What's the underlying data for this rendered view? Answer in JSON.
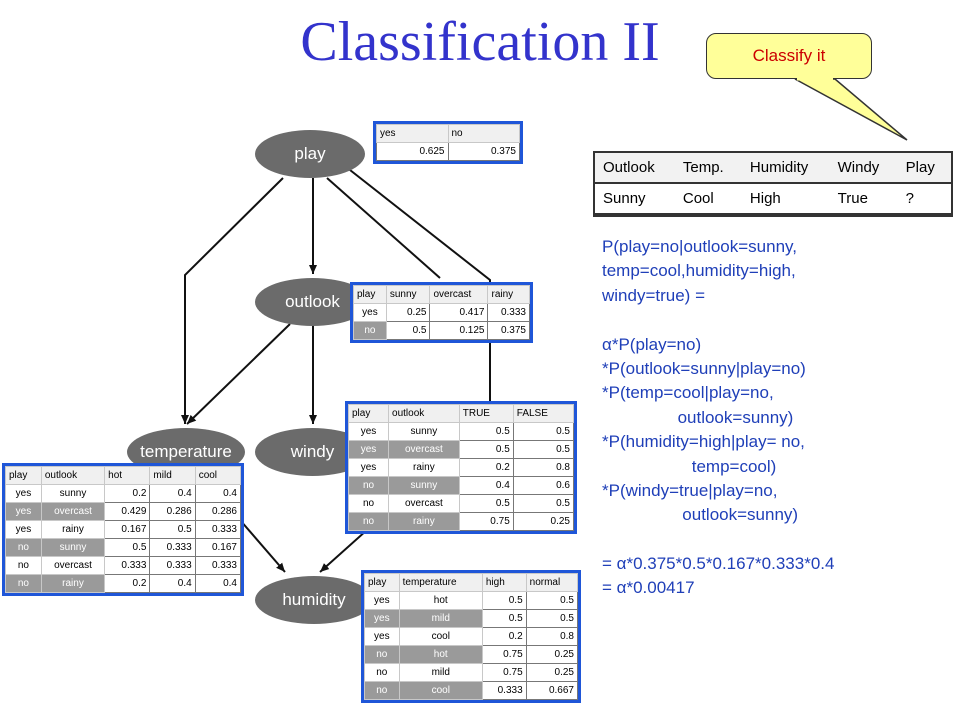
{
  "title": "Classification II",
  "callout": "Classify it",
  "nodes": {
    "play": "play",
    "outlook": "outlook",
    "temperature": "temperature",
    "windy": "windy",
    "humidity": "humidity"
  },
  "cpt_play": {
    "headers": [
      "yes",
      "no"
    ],
    "values": [
      "0.625",
      "0.375"
    ]
  },
  "cpt_outlook": {
    "headers": [
      "play",
      "sunny",
      "overcast",
      "rainy"
    ],
    "rows": [
      {
        "play": "yes",
        "values": [
          "0.25",
          "0.417",
          "0.333"
        ]
      },
      {
        "play": "no",
        "values": [
          "0.5",
          "0.125",
          "0.375"
        ]
      }
    ]
  },
  "cpt_windy": {
    "headers": [
      "play",
      "outlook",
      "TRUE",
      "FALSE"
    ],
    "rows": [
      {
        "play": "yes",
        "outlook": "sunny",
        "values": [
          "0.5",
          "0.5"
        ]
      },
      {
        "play": "yes",
        "outlook": "overcast",
        "values": [
          "0.5",
          "0.5"
        ]
      },
      {
        "play": "yes",
        "outlook": "rainy",
        "values": [
          "0.2",
          "0.8"
        ]
      },
      {
        "play": "no",
        "outlook": "sunny",
        "values": [
          "0.4",
          "0.6"
        ]
      },
      {
        "play": "no",
        "outlook": "overcast",
        "values": [
          "0.5",
          "0.5"
        ]
      },
      {
        "play": "no",
        "outlook": "rainy",
        "values": [
          "0.75",
          "0.25"
        ]
      }
    ]
  },
  "cpt_temperature": {
    "headers": [
      "play",
      "outlook",
      "hot",
      "mild",
      "cool"
    ],
    "rows": [
      {
        "play": "yes",
        "outlook": "sunny",
        "values": [
          "0.2",
          "0.4",
          "0.4"
        ]
      },
      {
        "play": "yes",
        "outlook": "overcast",
        "values": [
          "0.429",
          "0.286",
          "0.286"
        ]
      },
      {
        "play": "yes",
        "outlook": "rainy",
        "values": [
          "0.167",
          "0.5",
          "0.333"
        ]
      },
      {
        "play": "no",
        "outlook": "sunny",
        "values": [
          "0.5",
          "0.333",
          "0.167"
        ]
      },
      {
        "play": "no",
        "outlook": "overcast",
        "values": [
          "0.333",
          "0.333",
          "0.333"
        ]
      },
      {
        "play": "no",
        "outlook": "rainy",
        "values": [
          "0.2",
          "0.4",
          "0.4"
        ]
      }
    ]
  },
  "cpt_humidity": {
    "headers": [
      "play",
      "temperature",
      "high",
      "normal"
    ],
    "rows": [
      {
        "play": "yes",
        "temperature": "hot",
        "values": [
          "0.5",
          "0.5"
        ]
      },
      {
        "play": "yes",
        "temperature": "mild",
        "values": [
          "0.5",
          "0.5"
        ]
      },
      {
        "play": "yes",
        "temperature": "cool",
        "values": [
          "0.2",
          "0.8"
        ]
      },
      {
        "play": "no",
        "temperature": "hot",
        "values": [
          "0.75",
          "0.25"
        ]
      },
      {
        "play": "no",
        "temperature": "mild",
        "values": [
          "0.75",
          "0.25"
        ]
      },
      {
        "play": "no",
        "temperature": "cool",
        "values": [
          "0.333",
          "0.667"
        ]
      }
    ]
  },
  "query": {
    "headers": [
      "Outlook",
      "Temp.",
      "Humidity",
      "Windy",
      "Play"
    ],
    "values": [
      "Sunny",
      "Cool",
      "High",
      "True",
      "?"
    ]
  },
  "calc_lines": [
    "P(play=no|outlook=sunny,",
    "temp=cool,humidity=high,",
    "windy=true) =",
    "",
    "α*P(play=no)",
    "*P(outlook=sunny|play=no)",
    "*P(temp=cool|play=no,",
    "                outlook=sunny)",
    "*P(humidity=high|play= no,",
    "                   temp=cool)",
    "*P(windy=true|play=no,",
    "                 outlook=sunny)",
    "",
    "= α*0.375*0.5*0.167*0.333*0.4",
    "= α*0.00417"
  ]
}
